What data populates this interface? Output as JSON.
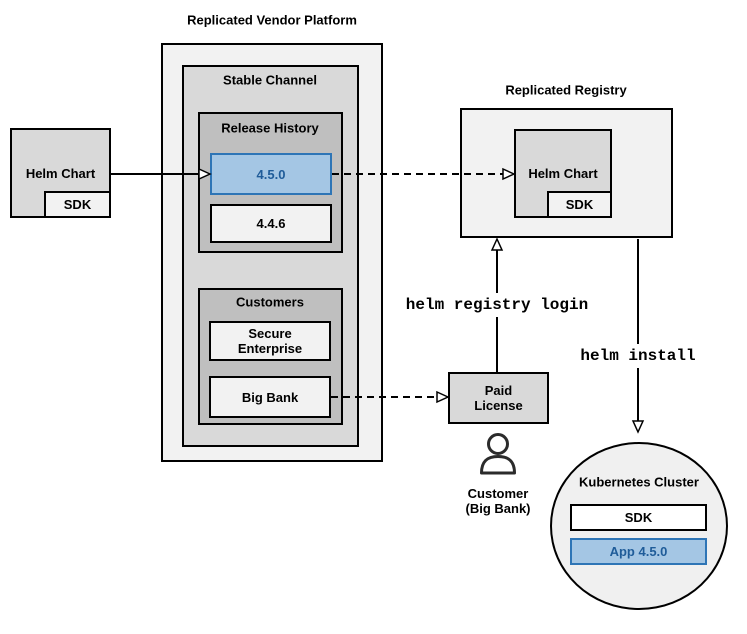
{
  "colors": {
    "highlight_fill": "#a4c6e4",
    "highlight_border": "#2e75b6",
    "highlight_text": "#1f5c99",
    "box_light_gray": "#f2f2f2",
    "box_medium_gray": "#d9d9d9",
    "box_dark_gray": "#bfbfbf"
  },
  "vendor_platform": {
    "title": "Replicated Vendor Platform",
    "stable_channel": {
      "label": "Stable Channel",
      "release_history": {
        "label": "Release History",
        "releases": [
          {
            "version": "4.5.0",
            "highlighted": true
          },
          {
            "version": "4.4.6",
            "highlighted": false
          }
        ]
      },
      "customers": {
        "label": "Customers",
        "items": [
          {
            "name": "Secure Enterprise"
          },
          {
            "name": "Big Bank"
          }
        ]
      }
    }
  },
  "source_chart": {
    "label": "Helm Chart",
    "sdk": "SDK"
  },
  "registry": {
    "title": "Replicated Registry",
    "helm_chart": "Helm Chart",
    "sdk": "SDK"
  },
  "license": {
    "label": "Paid License"
  },
  "customer": {
    "line1": "Customer",
    "line2": "(Big Bank)"
  },
  "commands": {
    "registry_login": "helm registry login",
    "install": "helm install"
  },
  "cluster": {
    "title": "Kubernetes Cluster",
    "sdk": "SDK",
    "app": "App 4.5.0"
  }
}
